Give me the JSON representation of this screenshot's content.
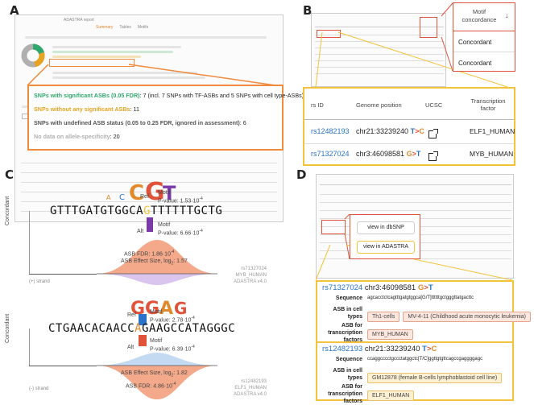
{
  "panels": {
    "a": "A",
    "b": "B",
    "c": "C",
    "d": "D"
  },
  "panel_a": {
    "thumb_header": "ADASTRA report ",
    "tabs": [
      "Summary",
      "Tables",
      "Motifs"
    ],
    "zoom_lines": [
      {
        "text": "SNPs with significant ASBs (0.05 FDR)",
        "value": ": 7 (incl. 7 SNPs with TF-ASBs and 5 SNPs with cell type-ASBs)",
        "color": "#2ea86b"
      },
      {
        "text": "SNPs without any significant ASBs",
        "value": ": 11",
        "color": "#e8a321"
      },
      {
        "text": "SNPs with undefined ASB status (0.05 to 0.25 FDR, ignored in assessment)",
        "value": ": 6",
        "color": "#555555"
      },
      {
        "text": "No data on allele-specificity",
        "value": ": 20",
        "color": "#b0b0b0"
      }
    ]
  },
  "panel_b": {
    "motif_header": "Motif concordance",
    "sort_icon": "↓",
    "concordant_1": "Concordant",
    "concordant_2": "Concordant",
    "headers": {
      "rsid": "rs ID",
      "pos": "Genome position",
      "ucsc": "UCSC",
      "tf": "Transcription factor"
    },
    "rows": [
      {
        "rsid": "rs12482193",
        "pos": "chr21:33239240 ",
        "ref": "T",
        "arrow": ">",
        "alt": "C",
        "tf": "ELF1_HUMAN"
      },
      {
        "rsid": "rs71327024",
        "pos": "chr3:46098581 ",
        "ref": "G",
        "arrow": ">",
        "alt": "T",
        "tf": "MYB_HUMAN"
      }
    ]
  },
  "panel_c": {
    "side_label": "Concordant",
    "top": {
      "seq": "GTTTGATGTGGCA",
      "seq_end": "TTTTTTGCTG",
      "ref_label": "Ref",
      "motif_label_1": "Motif",
      "pval_ref": "P-value: 1.53·10",
      "pval_ref_exp": "-4",
      "alt_label": "Alt",
      "motif_label_2": "Motif",
      "pval_alt": "P-value: 6.66·10",
      "pval_alt_exp": "-4",
      "fdr": "ASB FDR: 1.86·10",
      "fdr_exp": "-4",
      "effect": "ASB Effect Size, log",
      "effect_val": ": 1.57",
      "rsid": "rs71327024",
      "tf": "MYB_HUMAN",
      "ver": "ADASTRA v4.0",
      "strand": "(+) strand"
    },
    "bottom": {
      "seq": "CTGAACACAACC",
      "seq_end": "GAAGCCATAGGGC",
      "ref_label": "Ref",
      "motif_label_1": "Motif",
      "pval_ref": "P-value: 2.78·10",
      "pval_ref_exp": "-4",
      "alt_label": "Alt",
      "motif_label_2": "Motif",
      "pval_alt": "P-value: 6.39·10",
      "pval_alt_exp": "-4",
      "effect": "ASB Effect Size, log",
      "effect_val": ": 1.82",
      "fdr": "ASB FDR: 4.86·10",
      "fdr_exp": "-4",
      "rsid": "rs12482193",
      "tf": "ELF1_HUMAN",
      "ver": "ADASTRA v4.0",
      "strand": "(-) strand"
    }
  },
  "panel_d": {
    "popup_1": "view in dbSNP",
    "popup_2": "view in ADASTRA",
    "card_1": {
      "rsid": "rs71327024",
      "pos": " chr3:46098581 ",
      "ref": "G",
      "arrow": ">",
      "alt": "T",
      "seq_label": "Sequence",
      "seq": "agcacctctcagtttgatgtggca[G/T]ttttttgctgggttatgacttc",
      "cell_label": "ASB in cell types",
      "cells": [
        "Th1-cells",
        "MV-4-11 (Childhood acute monocytic leukemia)"
      ],
      "tf_label": "ASB for transcription factors",
      "tfs": [
        "MYB_HUMAN"
      ]
    },
    "card_2": {
      "rsid": "rs12482193",
      "pos": " chr21:33239240 ",
      "ref": "T",
      "arrow": ">",
      "alt": "C",
      "seq_label": "Sequence",
      "seq": "ccaggcccctgccctatggctc[T/C]ggttgtgttcagccgaggggagc",
      "cell_label": "ASB in cell types",
      "cells": [
        "GM12878 (female B-cells lymphoblastoid cell line)"
      ],
      "tf_label": "ASB for transcription factors",
      "tfs": [
        "ELF1_HUMAN"
      ]
    }
  }
}
